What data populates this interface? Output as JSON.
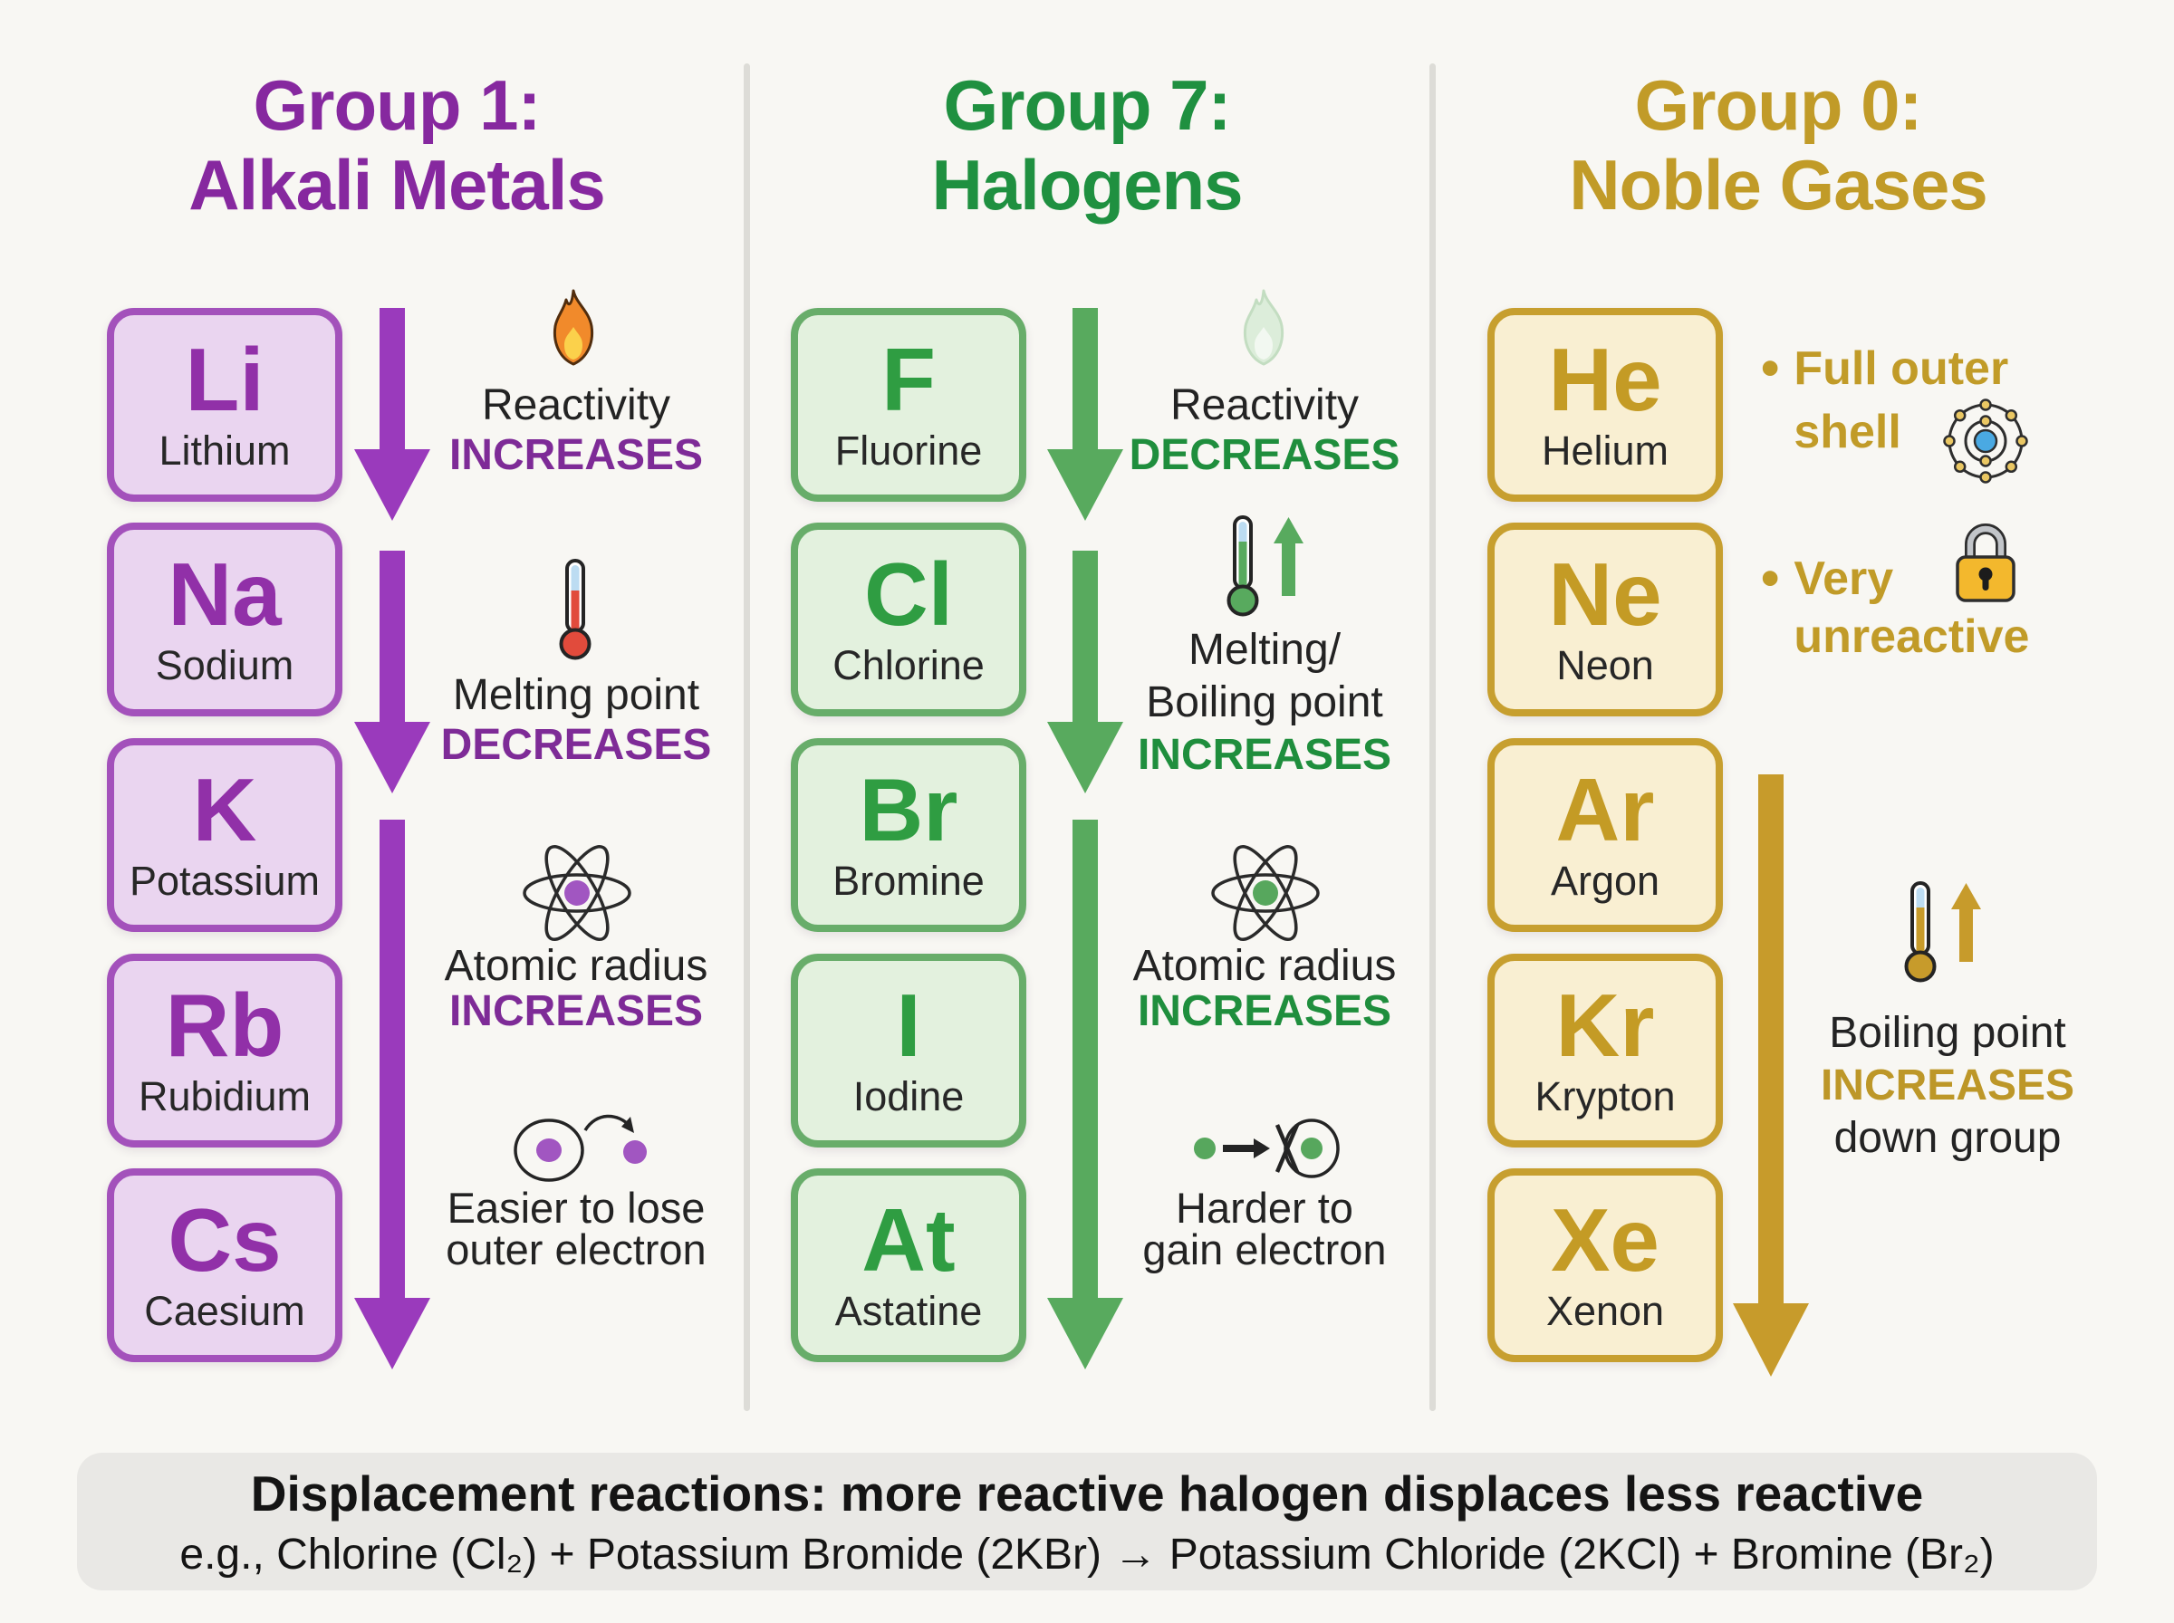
{
  "theme": {
    "page_bg": "#f8f7f3",
    "divider": "#dddcd7",
    "ink": "#232323",
    "footer_bg": "#e9e8e5",
    "footer_ink": "#141414",
    "purple_title": "#86289f",
    "purple": "#9130a8",
    "purple_bold": "#7e2b97",
    "purple_tile_bg": "#ead5f0",
    "purple_tile_border": "#a351bb",
    "purple_arrow": "#9a3abc",
    "purple_dot": "#a156c1",
    "green_title": "#1f9040",
    "green": "#2f9d42",
    "green_bold": "#1f8e3d",
    "green_tile_bg": "#e3f1de",
    "green_tile_border": "#68ad6a",
    "green_arrow": "#58aa5e",
    "green_dot": "#57a75d",
    "gold_title": "#c19b28",
    "gold": "#c49b25",
    "gold_bold": "#bd9728",
    "gold_tile_bg": "#f9efd2",
    "gold_tile_border": "#c79f2f",
    "gold_arrow": "#c79b2b",
    "flame_orange": "#f18a2b",
    "flame_inner": "#fbd14b",
    "flame_outline": "#512d0d",
    "pale_flame": "#dcedda",
    "pale_flame_inner": "#f2f8f1",
    "pale_flame_outline": "#c3ddc1",
    "thermo_red": "#e14b3c",
    "thermo_blue": "#bcdcf2",
    "blue_nucleus": "#4aa9e2",
    "electron_gold": "#eac763",
    "lock_body": "#f3b82d",
    "lock_shackle": "#c2c5c9"
  },
  "columns": [
    {
      "key": "group1-alkali-metals",
      "title_line1": "Group 1:",
      "title_line2": "Alkali Metals",
      "elements": [
        {
          "symbol": "Li",
          "name": "Lithium"
        },
        {
          "symbol": "Na",
          "name": "Sodium"
        },
        {
          "symbol": "K",
          "name": "Potassium"
        },
        {
          "symbol": "Rb",
          "name": "Rubidium"
        },
        {
          "symbol": "Cs",
          "name": "Caesium"
        }
      ],
      "annotations": {
        "reactivity": {
          "line1": "Reactivity",
          "line2": "INCREASES"
        },
        "melting": {
          "line1": "Melting point",
          "line2": "DECREASES"
        },
        "radius": {
          "line1": "Atomic radius",
          "line2": "INCREASES"
        },
        "electron": {
          "line1": "Easier to lose",
          "line2": "outer electron"
        }
      }
    },
    {
      "key": "group7-halogens",
      "title_line1": "Group 7:",
      "title_line2": "Halogens",
      "elements": [
        {
          "symbol": "F",
          "name": "Fluorine"
        },
        {
          "symbol": "Cl",
          "name": "Chlorine"
        },
        {
          "symbol": "Br",
          "name": "Bromine"
        },
        {
          "symbol": "I",
          "name": "Iodine"
        },
        {
          "symbol": "At",
          "name": "Astatine"
        }
      ],
      "annotations": {
        "reactivity": {
          "line1": "Reactivity",
          "line2": "DECREASES"
        },
        "melting": {
          "line1": "Melting/",
          "line2": "Boiling point",
          "line3": "INCREASES"
        },
        "radius": {
          "line1": "Atomic radius",
          "line2": "INCREASES"
        },
        "electron": {
          "line1": "Harder to",
          "line2": "gain electron"
        }
      }
    },
    {
      "key": "group0-noble-gases",
      "title_line1": "Group 0:",
      "title_line2": "Noble Gases",
      "elements": [
        {
          "symbol": "He",
          "name": "Helium"
        },
        {
          "symbol": "Ne",
          "name": "Neon"
        },
        {
          "symbol": "Ar",
          "name": "Argon"
        },
        {
          "symbol": "Kr",
          "name": "Krypton"
        },
        {
          "symbol": "Xe",
          "name": "Xenon"
        }
      ],
      "bullets": [
        {
          "marker": "•",
          "line1": "Full outer",
          "line2": "shell"
        },
        {
          "marker": "•",
          "line1": "Very",
          "line2": "unreactive"
        }
      ],
      "boiling": {
        "line1": "Boiling point",
        "line2": "INCREASES",
        "line3": "down group"
      }
    }
  ],
  "footer": {
    "line1": "Displacement reactions: more reactive halogen displaces less reactive",
    "line2": "e.g., Chlorine (Cl₂) + Potassium Bromide (2KBr) → Potassium Chloride (2KCl) + Bromine (Br₂)"
  },
  "icons": [
    "flame-icon",
    "thermometer-icon",
    "atom-icon",
    "electron-loss-icon",
    "pale-flame-icon",
    "thermometer-up-icon",
    "electron-gain-blocked-icon",
    "bohr-atom-icon",
    "padlock-icon",
    "down-arrow"
  ]
}
